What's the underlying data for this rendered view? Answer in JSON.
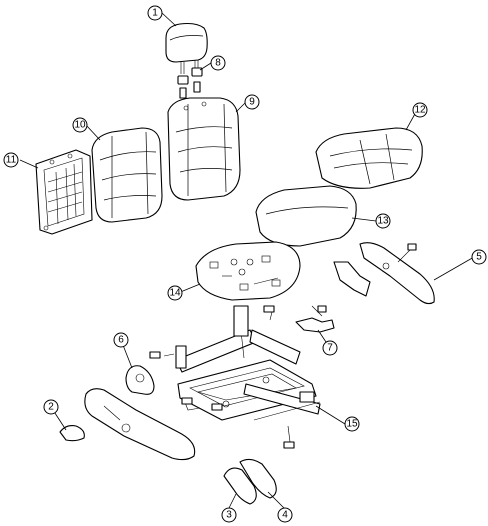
{
  "diagram": {
    "callouts": [
      {
        "id": "headrest",
        "label": "1"
      },
      {
        "id": "trim-cap",
        "label": "2"
      },
      {
        "id": "inner-cover",
        "label": "3"
      },
      {
        "id": "outer-cover",
        "label": "4"
      },
      {
        "id": "side-trim-right",
        "label": "5"
      },
      {
        "id": "lever-cover",
        "label": "6"
      },
      {
        "id": "bracket",
        "label": "7"
      },
      {
        "id": "headrest-guide",
        "label": "8"
      },
      {
        "id": "seatback-trim",
        "label": "9"
      },
      {
        "id": "seatback-pad",
        "label": "10"
      },
      {
        "id": "seatback-frame",
        "label": "11"
      },
      {
        "id": "cushion-trim",
        "label": "12"
      },
      {
        "id": "cushion-pad",
        "label": "13"
      },
      {
        "id": "cushion-pan",
        "label": "14"
      },
      {
        "id": "seat-frame",
        "label": "15"
      }
    ]
  }
}
